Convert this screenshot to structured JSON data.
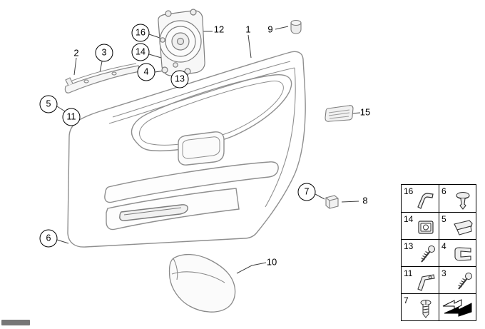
{
  "callouts": {
    "c1": "1",
    "c2": "2",
    "c3": "3",
    "c4": "4",
    "c5": "5",
    "c6": "6",
    "c7": "7",
    "c8": "8",
    "c9": "9",
    "c10": "10",
    "c11": "11",
    "c12": "12",
    "c13": "13",
    "c14": "14",
    "c15": "15",
    "c16": "16"
  },
  "legend": {
    "cells": [
      {
        "label": "16",
        "icon": "clip-icon"
      },
      {
        "label": "6",
        "icon": "grommet-icon"
      },
      {
        "label": "14",
        "icon": "cage-nut-icon"
      },
      {
        "label": "5",
        "icon": "spring-clip-icon"
      },
      {
        "label": "13",
        "icon": "screw-icon"
      },
      {
        "label": "4",
        "icon": "speed-nut-icon"
      },
      {
        "label": "11",
        "icon": "retainer-icon"
      },
      {
        "label": "3",
        "icon": "screw-icon"
      },
      {
        "label": "7",
        "icon": "screw-vertical-icon"
      },
      {
        "label": "",
        "icon": "direction-arrow-icon"
      }
    ]
  },
  "colors": {
    "panel_line": "#8f8f8f",
    "detail_line": "#7d7d7d",
    "leader_line": "#3f3f3f",
    "callout": "#000000",
    "background": "#ffffff"
  }
}
